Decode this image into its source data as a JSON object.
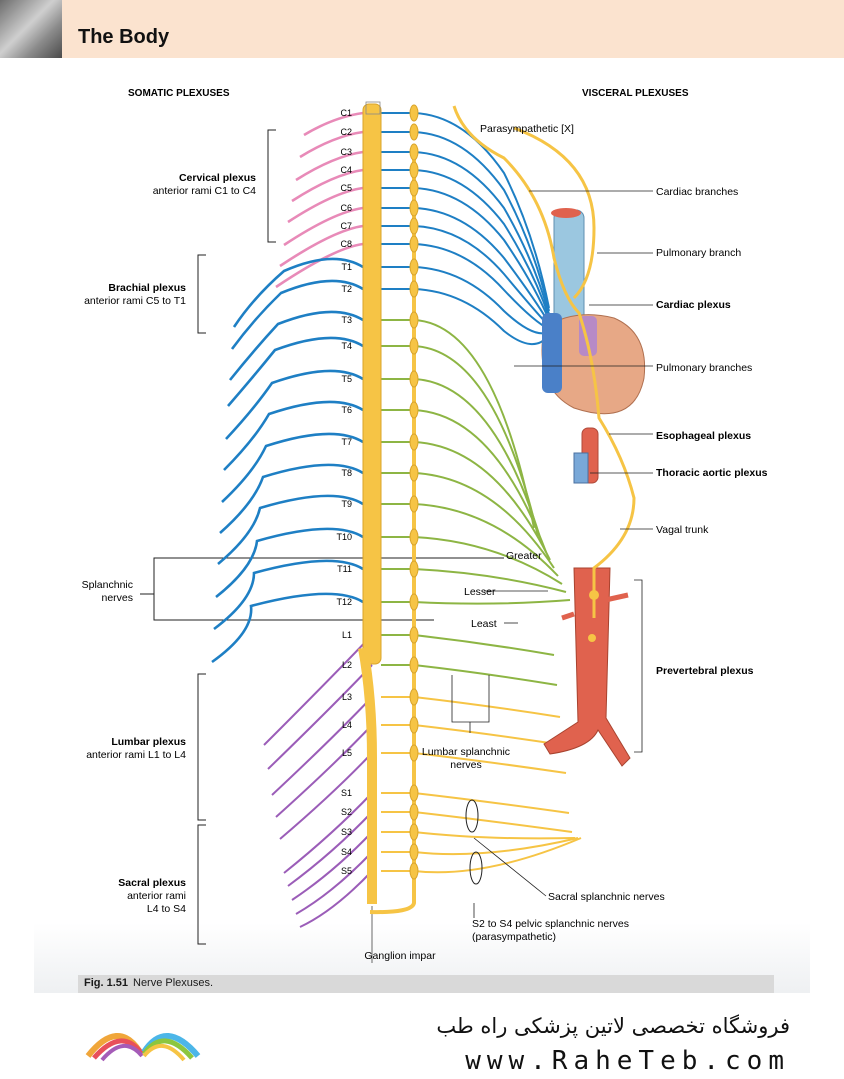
{
  "header": {
    "title": "The Body"
  },
  "somatic": {
    "heading": "SOMATIC PLEXUSES",
    "cervical": {
      "name": "Cervical plexus",
      "desc": "anterior rami C1 to C4"
    },
    "brachial": {
      "name": "Brachial plexus",
      "desc": "anterior rami C5 to T1"
    },
    "splanchnic": {
      "line1": "Splanchnic",
      "line2": "nerves"
    },
    "lumbar": {
      "name": "Lumbar plexus",
      "desc": "anterior rami L1 to L4"
    },
    "sacral": {
      "name": "Sacral plexus",
      "desc1": "anterior rami",
      "desc2": "L4 to S4"
    }
  },
  "visceral": {
    "heading": "VISCERAL PLEXUSES",
    "parasympathetic": "Parasympathetic [X]",
    "cardiac_branches": "Cardiac branches",
    "pulmonary_branch": "Pulmonary branch",
    "cardiac_plexus": "Cardiac plexus",
    "pulmonary_branches": "Pulmonary branches",
    "esophageal_plexus": "Esophageal plexus",
    "thoracic_aortic_plexus": "Thoracic aortic plexus",
    "vagal_trunk": "Vagal trunk",
    "prevertebral_plexus": "Prevertebral plexus"
  },
  "splanchnic_labels": {
    "greater": "Greater",
    "lesser": "Lesser",
    "least": "Least"
  },
  "lumbar_splanchnic": {
    "line1": "Lumbar splanchnic",
    "line2": "nerves"
  },
  "sacral_splanchnic": "Sacral splanchnic nerves",
  "pelvic_splanchnic": {
    "line1": "S2 to S4 pelvic splanchnic nerves",
    "line2": "(parasympathetic)"
  },
  "ganglion_impar": "Ganglion impar",
  "segments": [
    "C1",
    "C2",
    "C3",
    "C4",
    "C5",
    "C6",
    "C7",
    "C8",
    "T1",
    "T2",
    "T3",
    "T4",
    "T5",
    "T6",
    "T7",
    "T8",
    "T9",
    "T10",
    "T11",
    "T12",
    "L1",
    "L2",
    "L3",
    "L4",
    "L5",
    "S1",
    "S2",
    "S3",
    "S4",
    "S5"
  ],
  "caption": {
    "number": "Fig. 1.51",
    "text": "Nerve Plexuses."
  },
  "footer": {
    "persian": "فروشگاه تخصصی لاتین پزشکی  راه طب",
    "url": "www.RaheTeb.com"
  },
  "colors": {
    "cervical": "#e88ab8",
    "blue": "#1e7fc4",
    "cord": "#f6c445",
    "green": "#8db544",
    "purple": "#9b5db8",
    "aorta": "#e0624e",
    "header": "#fbe3cf"
  }
}
